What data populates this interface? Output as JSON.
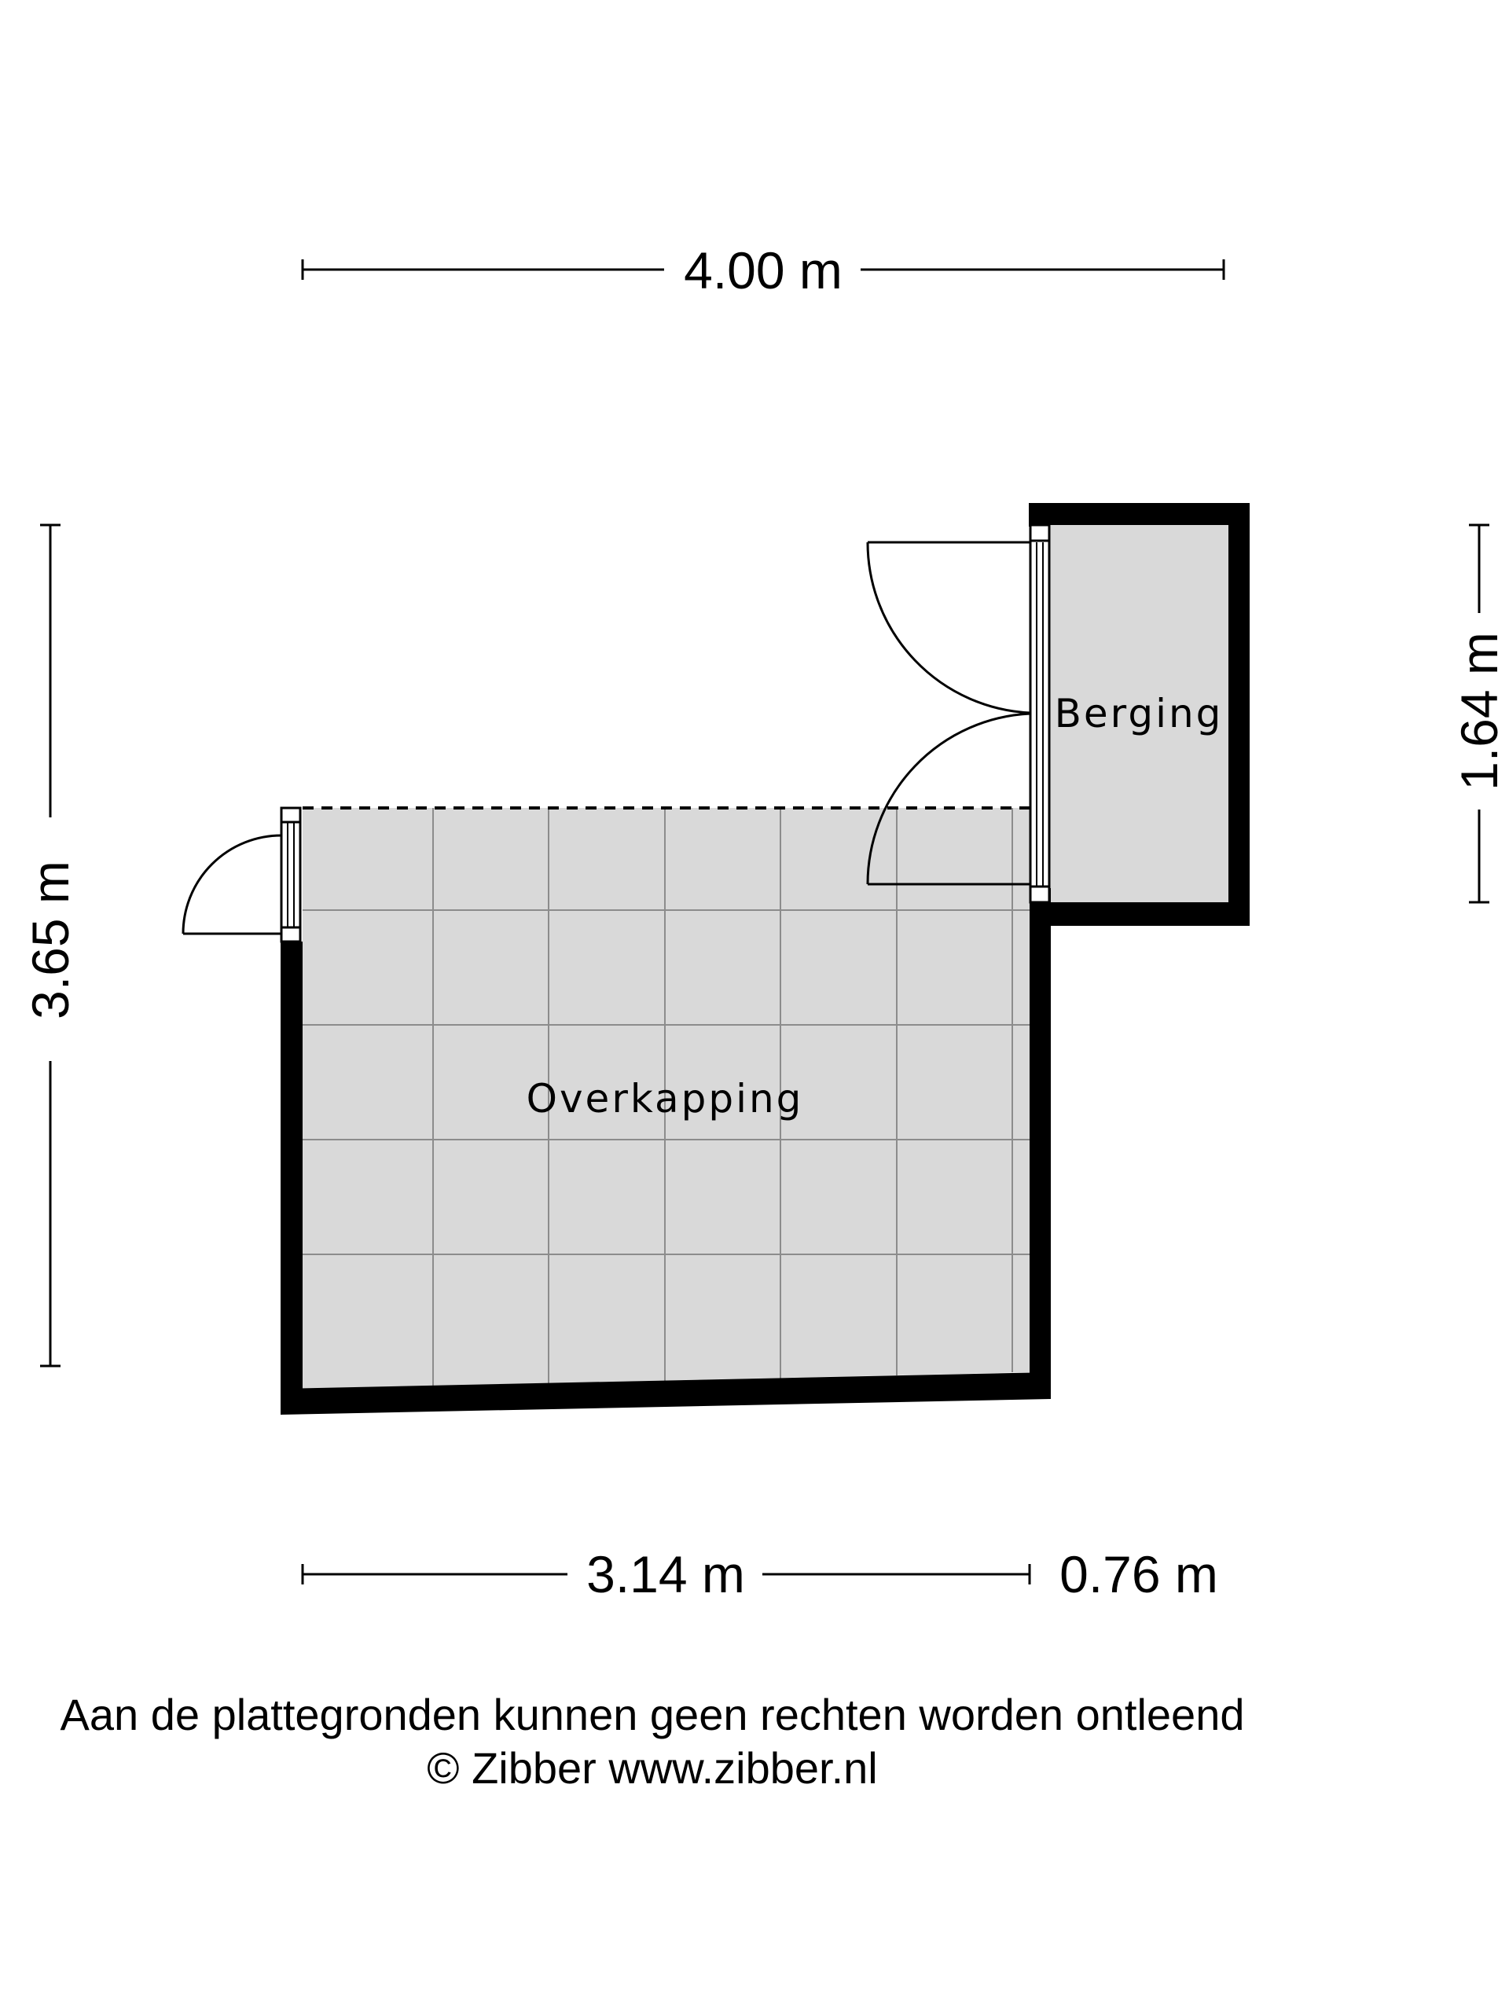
{
  "floorplan": {
    "rooms": {
      "overkapping": "Overkapping",
      "berging": "Berging"
    },
    "dimensions": {
      "top_total": "4.00 m",
      "left_height": "3.65 m",
      "right_height": "1.64 m",
      "bottom_left": "3.14 m",
      "bottom_right": "0.76 m"
    }
  },
  "footer": {
    "disclaimer": "Aan de plattegronden kunnen geen rechten worden ontleend",
    "copyright": "© Zibber www.zibber.nl"
  },
  "colors": {
    "wall": "#000000",
    "floor": "#d9d9d9",
    "tile_line": "#8c8c8c"
  }
}
